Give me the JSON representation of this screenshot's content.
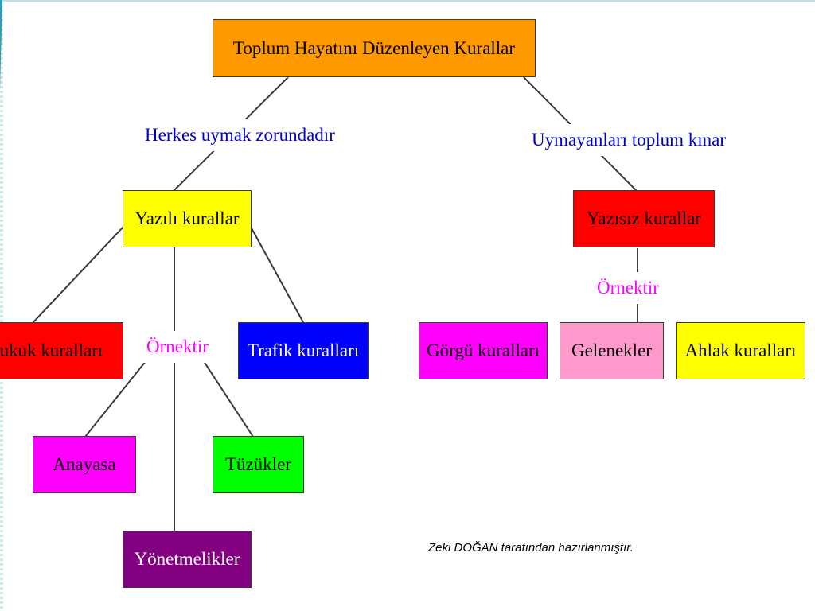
{
  "root": {
    "label": "Toplum Hayatını Düzenleyen Kurallar",
    "color": "#ff9900"
  },
  "branches": {
    "left": {
      "condition": "Herkes uymak zorundadır",
      "condition_color": "#0000cc"
    },
    "right": {
      "condition": "Uymayanları toplum kınar",
      "condition_color": "#0000cc"
    }
  },
  "written": {
    "label": "Yazılı kurallar",
    "color": "#ffff00",
    "example_label": "Örnektir",
    "example_color": "#ff00ff",
    "children": [
      {
        "label": "Hukuk kuralları",
        "color": "#ff0000"
      },
      {
        "label": "Trafik kuralları",
        "color": "#0000ff"
      },
      {
        "label": "Anayasa",
        "color": "#ff00ff"
      },
      {
        "label": "Tüzükler",
        "color": "#00ff00"
      },
      {
        "label": "Yönetmelikler",
        "color": "#800080"
      }
    ]
  },
  "unwritten": {
    "label": "Yazısız kurallar",
    "color": "#ff0000",
    "example_label": "Örnektir",
    "example_color": "#ff00ff",
    "children": [
      {
        "label": "Görgü kuralları",
        "color": "#ff00ff"
      },
      {
        "label": "Gelenekler",
        "color": "#ff99cc"
      },
      {
        "label": "Ahlak kuralları",
        "color": "#ffff00"
      }
    ]
  },
  "footer": {
    "credit": "Zeki DOĞAN tarafından hazırlanmıştır."
  }
}
